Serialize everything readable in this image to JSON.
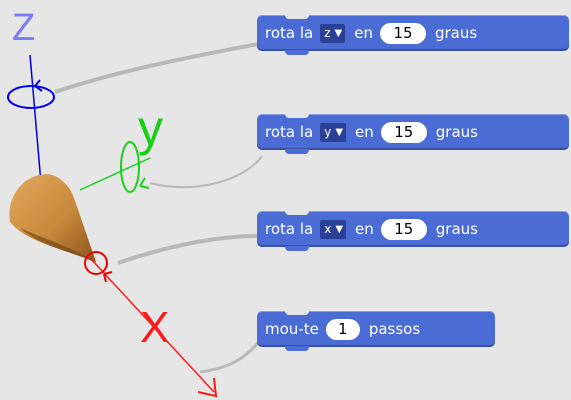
{
  "axes": {
    "z": {
      "label": "Z",
      "color": "#7b7bff"
    },
    "y": {
      "label": "y",
      "color": "#19d019"
    },
    "x": {
      "label": "X",
      "color": "#ff1a1a"
    }
  },
  "colors": {
    "background": "#e6e6e6",
    "block": "#4a6cd4",
    "dropdown": "#2a4097",
    "connector": "#b8b8b8",
    "cone": "#c88a3c",
    "z_axis_line": "#0000dd"
  },
  "blocks": [
    {
      "verb": "rota la",
      "axis": "z",
      "prep": "en",
      "value": "15",
      "unit": "graus"
    },
    {
      "verb": "rota la",
      "axis": "y",
      "prep": "en",
      "value": "15",
      "unit": "graus"
    },
    {
      "verb": "rota la",
      "axis": "x",
      "prep": "en",
      "value": "15",
      "unit": "graus"
    }
  ],
  "move_block": {
    "verb": "mou-te",
    "value": "1",
    "unit": "passos"
  },
  "icons": {
    "dropdown": "caret-down-icon",
    "rotation": "rotation-arrow-icon"
  }
}
